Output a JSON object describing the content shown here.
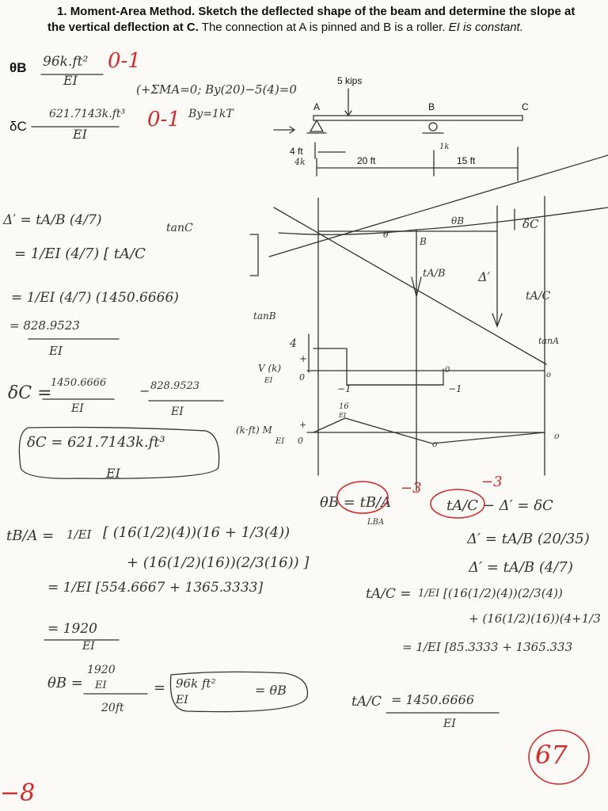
{
  "problem": {
    "number": "1.",
    "title": "Moment-Area Method.",
    "line1_rest": "Sketch the deflected shape of the beam and determine the slope at",
    "line2_bold": "the vertical deflection at C.",
    "line2_rest": "The connection at A is pinned and B is a roller.",
    "ei_note": "EI is constant."
  },
  "answers": {
    "theta_label": "θB",
    "theta_num": "96k.ft²",
    "theta_den": "EI",
    "theta_mark": "0-1",
    "delta_label": "δC",
    "delta_num": "621.7143k.ft³",
    "delta_den": "EI",
    "delta_mark": "0-1"
  },
  "statics": {
    "sum_moments": "(+ΣMA=0; By(20)−5(4)=0",
    "by_result": "By=1kT"
  },
  "beam": {
    "load": "5 kips",
    "support_a": "A",
    "support_b": "B",
    "end_c": "C",
    "dim_4": "4 ft",
    "dim_20": "20 ft",
    "dim_15": "15 ft",
    "ay_reaction": "4k",
    "by_reaction": "1k"
  },
  "left_work": {
    "l1": "Δ′ = tA/B (4/7)",
    "tanc": "tanC",
    "l2": "= 1/EI (4/7) [ tA/C",
    "l3": "= 1/EI (4/7) (1450.6666)",
    "l4": "= 828.9523",
    "l4_den": "EI",
    "dc_eq": "δC =",
    "dc_num1": "1450.6666",
    "dc_den1": "EI",
    "dc_minus": "−",
    "dc_num2": "828.9523",
    "dc_den2": "EI",
    "box_result": "δC = 621.7143k.ft³",
    "box_den": "EI"
  },
  "curve_labels": {
    "theta_b": "θB",
    "delta_c": "δC",
    "b": "B",
    "t_ab": "tA/B",
    "delta_prime": "Δ′",
    "t_ac": "tA/C",
    "tan_b": "tanB",
    "tan_a": "tanA",
    "angle_label": "θ"
  },
  "diagrams": {
    "v_label": "V (k)",
    "v_pos": "+",
    "v_zero": "0",
    "v_top": "4",
    "v_neg1": "−1",
    "v_neg1b": "−1",
    "v_zero_r": "0",
    "v_zero_end": "o",
    "v_ei_den": "EI",
    "m_label": "(k·ft) M",
    "m_den": "EI",
    "m_pos": "+",
    "m_zero": "0",
    "m_peak": "16",
    "m_peak_den": "EI",
    "m_zero_b": "o",
    "m_zero_end": "o"
  },
  "bottom_left": {
    "theta_eq": "θB = tB/A",
    "theta_den": "LBA",
    "deduct1": "−3",
    "tba_label": "tB/A =",
    "tba_frac": "1/EI",
    "tba_l1": "[ (16(1/2)(4))(16 + 1/3(4))",
    "tba_l2": "+ (16(1/2)(16))(2/3(16)) ]",
    "tba_l3": "= 1/EI [554.6667 + 1365.3333]",
    "tba_l4": "= 1920",
    "tba_l4_den": "EI",
    "theta_calc_label": "θB =",
    "theta_calc_num": "1920",
    "theta_calc_mid": "EI",
    "theta_calc_den": "20ft",
    "theta_calc_eq": "=",
    "theta_box_num": "96k ft²",
    "theta_box_den": "EI",
    "theta_box_tail": "= θB",
    "deduct_bottom": "−8"
  },
  "bottom_right": {
    "deduct2": "−3",
    "l1": "tA/C − Δ′ = δC",
    "l2": "Δ′ = tA/B (20/35)",
    "l3": "Δ′ = tA/B (4/7)",
    "tac_label": "tA/C =",
    "tac_frac": "1/EI",
    "tac_l1": "[(16(1/2)(4))(2/3(4))",
    "tac_l2": "+ (16(1/2)(16))(4+1/3",
    "tac_l3": "= 1/EI [85.3333 + 1365.333",
    "tac_l4_label": "tA/C",
    "tac_l4": "= 1450.6666",
    "tac_l4_den": "EI",
    "score": "67"
  }
}
